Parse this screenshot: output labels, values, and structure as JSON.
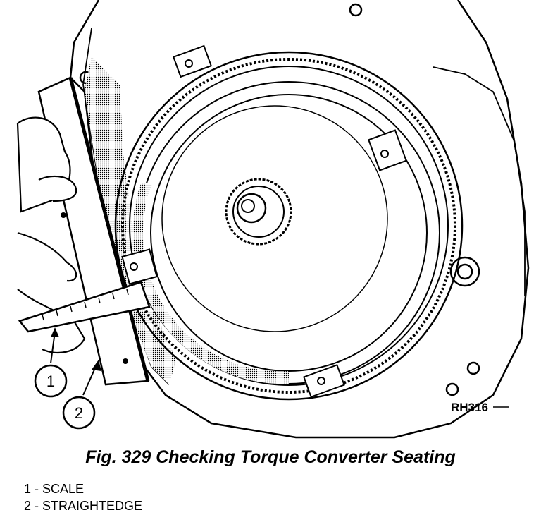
{
  "figure": {
    "callouts": [
      "1",
      "2"
    ],
    "reference_code": "RH316"
  },
  "caption": "Fig. 329 Checking Torque Converter Seating",
  "legend": [
    {
      "text": "1 - SCALE"
    },
    {
      "text": "2 - STRAIGHTEDGE"
    }
  ]
}
